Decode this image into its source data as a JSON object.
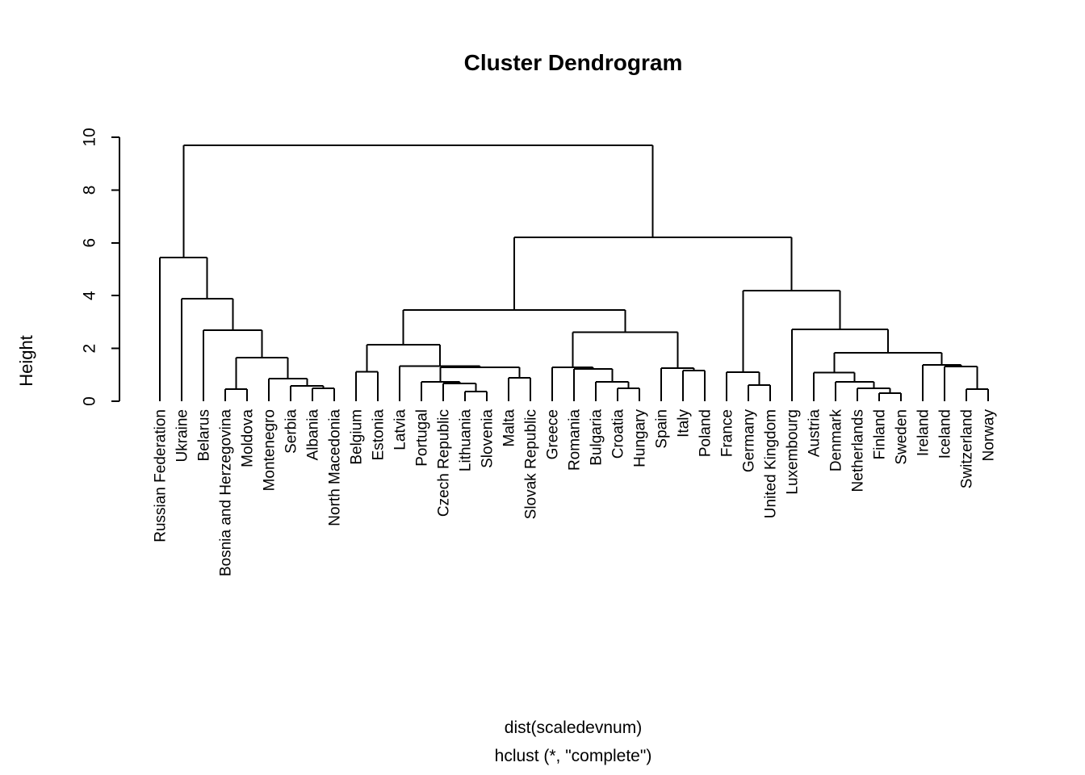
{
  "chart_data": {
    "type": "dendrogram",
    "title": "Cluster Dendrogram",
    "ylabel": "Height",
    "xlabel_line1": "dist(scaledevnum)",
    "xlabel_line2": "hclust (*, \"complete\")",
    "ylim": [
      0,
      10
    ],
    "yticks": [
      0,
      2,
      4,
      6,
      8,
      10
    ],
    "grid": false,
    "line_color": "#000000",
    "text_color": "#000000",
    "background": "#ffffff",
    "leaves": [
      "Russian Federation",
      "Ukraine",
      "Belarus",
      "Bosnia and Herzegovina",
      "Moldova",
      "Montenegro",
      "Serbia",
      "Albania",
      "North Macedonia",
      "Belgium",
      "Estonia",
      "Latvia",
      "Portugal",
      "Czech Republic",
      "Lithuania",
      "Slovenia",
      "Malta",
      "Slovak Republic",
      "Greece",
      "Romania",
      "Bulgaria",
      "Croatia",
      "Hungary",
      "Spain",
      "Italy",
      "Poland",
      "France",
      "Germany",
      "United Kingdom",
      "Luxembourg",
      "Austria",
      "Denmark",
      "Netherlands",
      "Finland",
      "Sweden",
      "Ireland",
      "Iceland",
      "Switzerland",
      "Norway"
    ],
    "tree": {
      "h": 9.69,
      "c": [
        {
          "h": 5.44,
          "c": [
            "Russian Federation",
            {
              "h": 3.88,
              "c": [
                "Ukraine",
                {
                  "h": 2.69,
                  "c": [
                    "Belarus",
                    {
                      "h": 1.65,
                      "c": [
                        {
                          "h": 0.46,
                          "c": [
                            "Bosnia and Herzegovina",
                            "Moldova"
                          ]
                        },
                        {
                          "h": 0.86,
                          "c": [
                            "Montenegro",
                            {
                              "h": 0.58,
                              "c": [
                                "Serbia",
                                {
                                  "h": 0.49,
                                  "c": [
                                    "Albania",
                                    "North Macedonia"
                                  ]
                                }
                              ]
                            }
                          ]
                        }
                      ]
                    }
                  ]
                }
              ]
            }
          ]
        },
        {
          "h": 6.21,
          "c": [
            {
              "h": 3.46,
              "c": [
                {
                  "h": 2.14,
                  "c": [
                    {
                      "h": 1.12,
                      "c": [
                        "Belgium",
                        "Estonia"
                      ]
                    },
                    {
                      "h": 1.33,
                      "c": [
                        "Latvia",
                        {
                          "h": 1.28,
                          "c": [
                            {
                              "h": 0.73,
                              "c": [
                                "Portugal",
                                {
                                  "h": 0.67,
                                  "c": [
                                    "Czech Republic",
                                    {
                                      "h": 0.37,
                                      "c": [
                                        "Lithuania",
                                        "Slovenia"
                                      ]
                                    }
                                  ]
                                }
                              ]
                            },
                            {
                              "h": 0.89,
                              "c": [
                                "Malta",
                                "Slovak Republic"
                              ]
                            }
                          ]
                        }
                      ]
                    }
                  ]
                },
                {
                  "h": 2.61,
                  "c": [
                    {
                      "h": 1.28,
                      "c": [
                        "Greece",
                        {
                          "h": 1.22,
                          "c": [
                            "Romania",
                            {
                              "h": 0.73,
                              "c": [
                                "Bulgaria",
                                {
                                  "h": 0.49,
                                  "c": [
                                    "Croatia",
                                    "Hungary"
                                  ]
                                }
                              ]
                            }
                          ]
                        }
                      ]
                    },
                    {
                      "h": 1.25,
                      "c": [
                        "Spain",
                        {
                          "h": 1.16,
                          "c": [
                            "Italy",
                            "Poland"
                          ]
                        }
                      ]
                    }
                  ]
                }
              ]
            },
            {
              "h": 4.19,
              "c": [
                {
                  "h": 1.1,
                  "c": [
                    "France",
                    {
                      "h": 0.61,
                      "c": [
                        "Germany",
                        "United Kingdom"
                      ]
                    }
                  ]
                },
                {
                  "h": 2.72,
                  "c": [
                    "Luxembourg",
                    {
                      "h": 1.84,
                      "c": [
                        {
                          "h": 1.08,
                          "c": [
                            "Austria",
                            {
                              "h": 0.73,
                              "c": [
                                "Denmark",
                                {
                                  "h": 0.49,
                                  "c": [
                                    "Netherlands",
                                    {
                                      "h": 0.31,
                                      "c": [
                                        "Finland",
                                        "Sweden"
                                      ]
                                    }
                                  ]
                                }
                              ]
                            }
                          ]
                        },
                        {
                          "h": 1.38,
                          "c": [
                            "Ireland",
                            {
                              "h": 1.32,
                              "c": [
                                "Iceland",
                                {
                                  "h": 0.46,
                                  "c": [
                                    "Switzerland",
                                    "Norway"
                                  ]
                                }
                              ]
                            }
                          ]
                        }
                      ]
                    }
                  ]
                }
              ]
            }
          ]
        }
      ]
    }
  }
}
